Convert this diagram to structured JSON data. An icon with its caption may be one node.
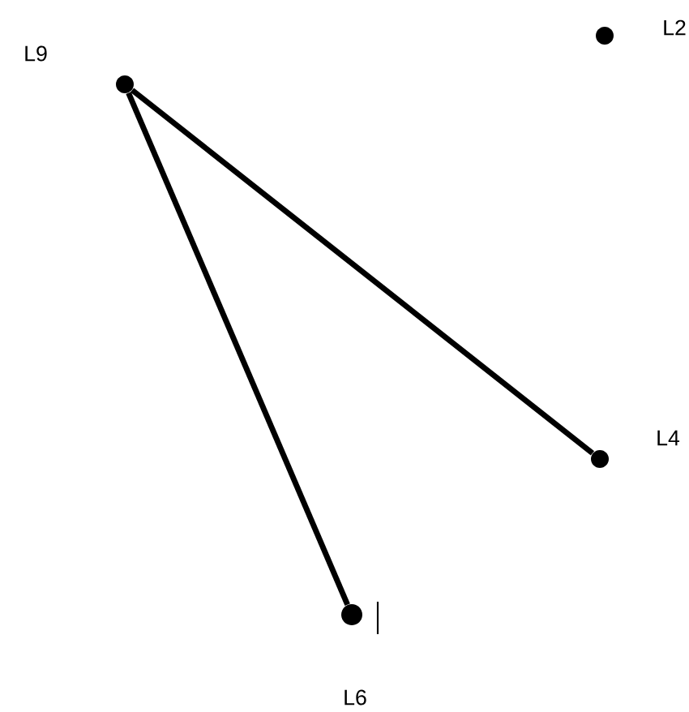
{
  "diagram": {
    "nodes": [
      {
        "text": [
          "L9"
        ]
      },
      {
        "text": [
          "L2"
        ]
      },
      {
        "text": [
          "L4"
        ]
      },
      {
        "text": [
          "L6"
        ]
      }
    ],
    "edges": [
      {
        "from": 0,
        "to": 2,
        "arrow": "none"
      },
      {
        "from": 0,
        "to": 3,
        "arrow": "none"
      }
    ]
  }
}
